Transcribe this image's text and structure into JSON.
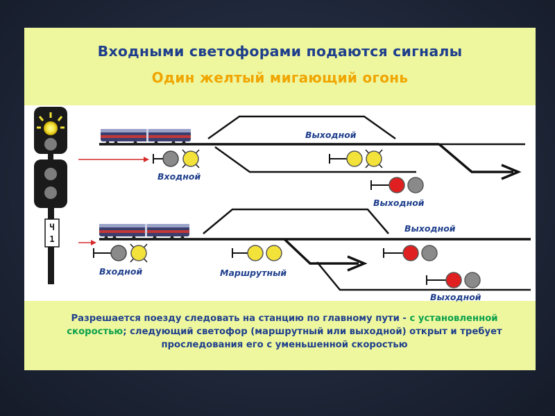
{
  "title": "Входными светофорами подаются сигналы",
  "subtitle": "Один желтый мигающий огонь",
  "mast_label_top": "Ч",
  "mast_label_bottom": "1",
  "labels": {
    "entry_top": "Входной",
    "exit_top_upper": "Выходной",
    "exit_top_lower": "Выходной",
    "entry_bottom": "Входной",
    "route": "Маршрутный",
    "exit_bottom_upper": "Выходной",
    "exit_bottom_lower": "Выходной"
  },
  "description": {
    "part1": "Разрешается поезду следовать на станцию по главному пути - ",
    "part2": "с установленной скоростью",
    "part3": "; следующий светофор (маршрутный или выходной) открыт и требует проследования его с уменьшенной скоростью"
  },
  "colors": {
    "blue_text": "#1f3f8c",
    "yellow_light": "#f3e23a",
    "red_light": "#e02020",
    "off_light": "#8a8a8a",
    "green_text": "#0aa04a",
    "orange_text": "#f0a500",
    "band": "#eef79e"
  }
}
